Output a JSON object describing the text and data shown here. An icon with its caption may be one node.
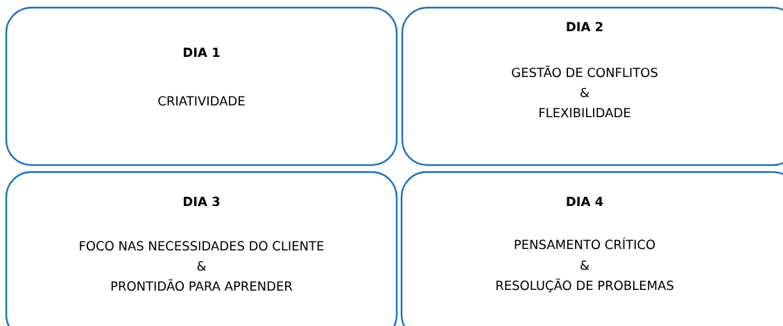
{
  "diagram": {
    "nodes": [
      {
        "text": [
          "DIA 1",
          "CRIATIVIDADE"
        ]
      },
      {
        "text": [
          "DIA 2",
          "GESTÃO DE CONFLITOS",
          "&",
          "FLEXIBILIDADE"
        ]
      },
      {
        "text": [
          "DIA 3",
          "FOCO NAS NECESSIDADES DO CLIENTE",
          "&",
          "PRONTIDÃO PARA APRENDER"
        ]
      },
      {
        "text": [
          "DIA 4",
          "PENSAMENTO CRÍTICO",
          "&",
          "RESOLUÇÃO DE PROBLEMAS"
        ]
      }
    ]
  }
}
